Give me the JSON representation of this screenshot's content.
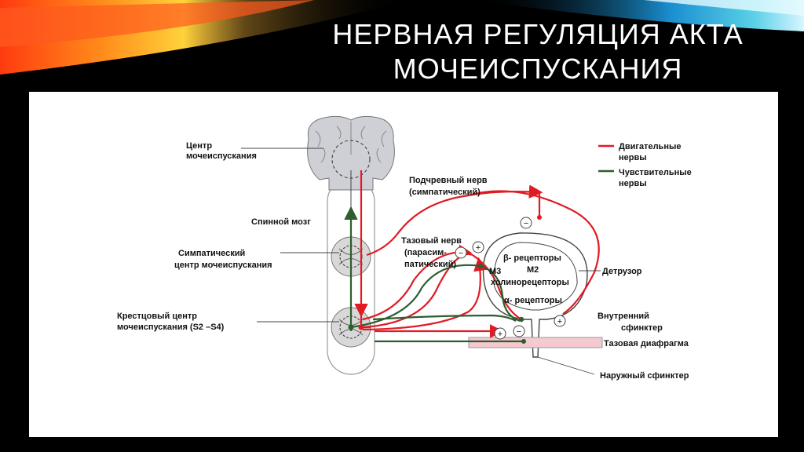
{
  "slide": {
    "title_line1": "НЕРВНАЯ РЕГУЛЯЦИЯ АКТА",
    "title_line2": "МОЧЕИСПУСКАНИЯ"
  },
  "diagram": {
    "labels": {
      "center_line1": "Центр",
      "center_line2": "мочеиспускания",
      "spinal_cord": "Спинной мозг",
      "sympathetic_line1": "Симпатический",
      "sympathetic_line2": "центр мочеиспускания",
      "sacral_line1": "Крестцовый центр",
      "sacral_line2": "мочеиспускания (S2 –S4)",
      "hypogastric_line1": "Подчревный нерв",
      "hypogastric_line2": "(симпатический)",
      "pelvic_line1": "Тазовый нерв",
      "pelvic_line2": "(парасим-",
      "pelvic_line3": "патический)",
      "beta": "β- рецепторы",
      "m2": "М2",
      "m3": "М3",
      "cholino": "холинорецепторы",
      "alpha": "α- рецепторы",
      "detrusor": "Детрузор",
      "internal_line1": "Внутренний",
      "internal_line2": "сфинктер",
      "pelvic_diaphragm": "Тазовая диафрагма",
      "external": "Наружный сфинктер"
    },
    "legend": {
      "motor_line1": "Двигательные",
      "motor_line2": "нервы",
      "sensory_line1": "Чувствительные",
      "sensory_line2": "нервы",
      "motor_color": "#e01b24",
      "sensory_color": "#2c5e2e"
    },
    "signs": {
      "minus": "−",
      "plus": "+"
    }
  }
}
